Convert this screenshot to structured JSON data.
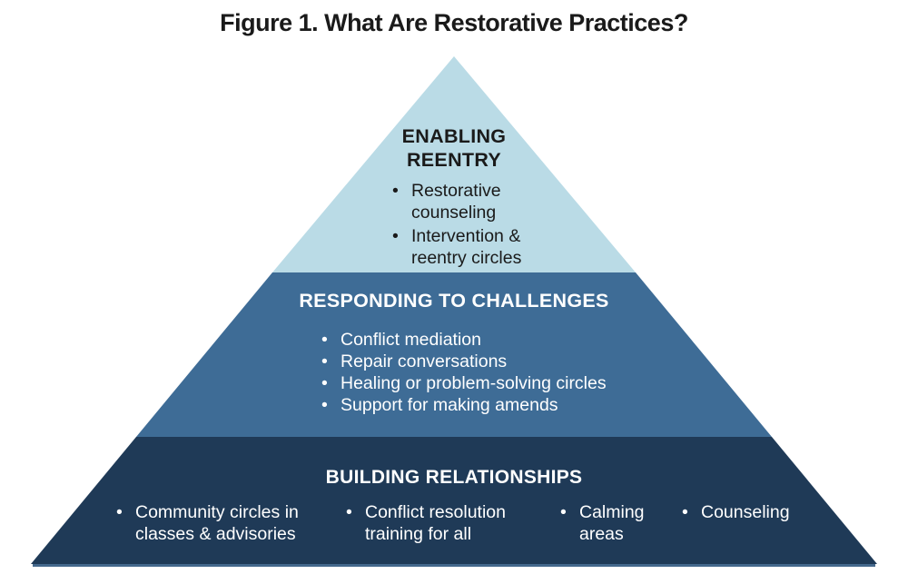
{
  "title": "Figure 1. What Are Restorative Practices?",
  "colors": {
    "tier1": "#badbe6",
    "tier2": "#3e6c96",
    "tier3": "#1f3a57",
    "baseline": "#44688c",
    "title_text": "#1a1a1a",
    "tier1_text": "#1a1a1a",
    "light_text": "#ffffff"
  },
  "tiers": [
    {
      "name": "ENABLING REENTRY",
      "bullets": [
        "Restorative counseling",
        "Intervention & reentry circles"
      ]
    },
    {
      "name": "RESPONDING TO CHALLENGES",
      "bullets": [
        "Conflict mediation",
        "Repair conversations",
        "Healing or problem-solving circles",
        "Support for making amends"
      ]
    },
    {
      "name": "BUILDING RELATIONSHIPS",
      "bullets": [
        "Community circles in classes & advisories",
        "Conflict resolution training for all",
        "Calming areas",
        "Counseling"
      ]
    }
  ]
}
